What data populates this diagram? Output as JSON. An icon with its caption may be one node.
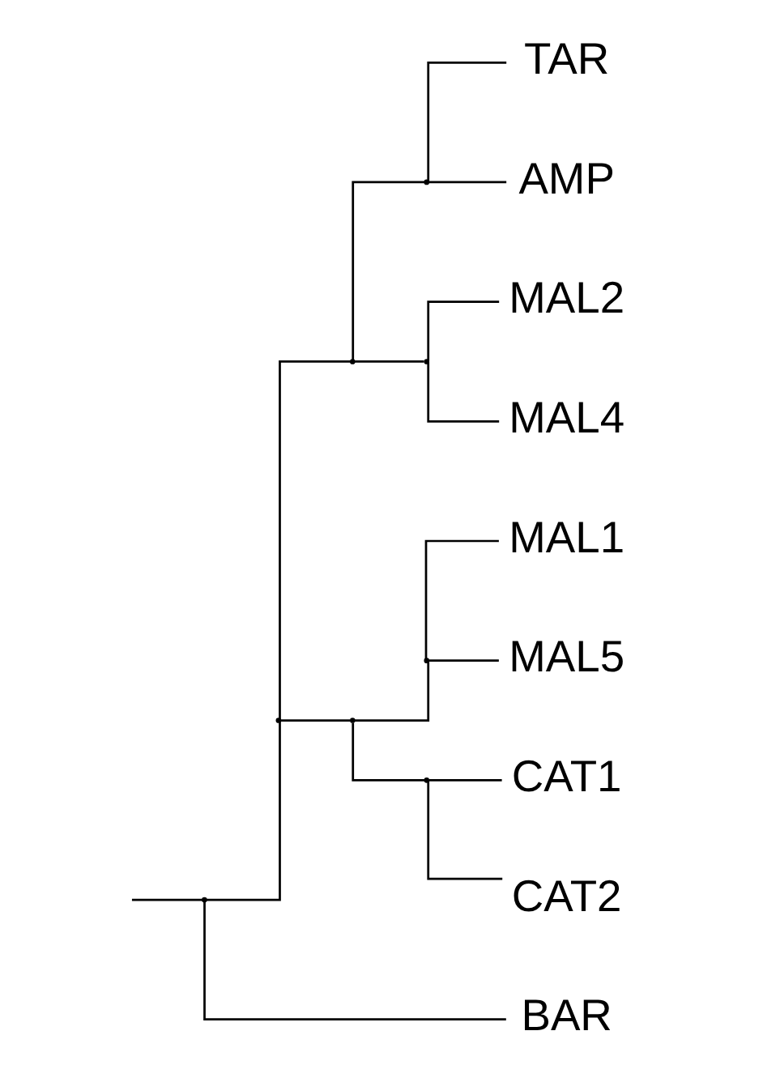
{
  "diagram": {
    "nodes": [
      {
        "text": [],
        "shape": "point"
      },
      {
        "text": [],
        "shape": "point"
      },
      {
        "text": [],
        "shape": "point"
      },
      {
        "text": [],
        "shape": "point"
      },
      {
        "text": [
          "TAR"
        ]
      },
      {
        "text": [
          "AMP"
        ]
      },
      {
        "text": [],
        "shape": "point"
      },
      {
        "text": [
          "MAL2"
        ]
      },
      {
        "text": [
          "MAL4"
        ]
      },
      {
        "text": [],
        "shape": "point"
      },
      {
        "text": [],
        "shape": "point"
      },
      {
        "text": [
          "MAL1"
        ]
      },
      {
        "text": [
          "MAL5"
        ]
      },
      {
        "text": [],
        "shape": "point"
      },
      {
        "text": [
          "CAT1"
        ]
      },
      {
        "text": [
          "CAT2"
        ]
      },
      {
        "text": [
          "BAR"
        ]
      }
    ],
    "edges": [
      {
        "from": null,
        "to": 0,
        "arrow": "none"
      },
      {
        "from": 0,
        "to": 1,
        "arrow": "none"
      },
      {
        "from": 1,
        "to": 2,
        "arrow": "none"
      },
      {
        "from": 2,
        "to": 3,
        "arrow": "none"
      },
      {
        "from": 3,
        "to": 4,
        "arrow": "none"
      },
      {
        "from": 3,
        "to": 5,
        "arrow": "none"
      },
      {
        "from": 2,
        "to": 6,
        "arrow": "none"
      },
      {
        "from": 6,
        "to": 7,
        "arrow": "none"
      },
      {
        "from": 6,
        "to": 8,
        "arrow": "none"
      },
      {
        "from": 1,
        "to": 9,
        "arrow": "none"
      },
      {
        "from": 9,
        "to": 10,
        "arrow": "none"
      },
      {
        "from": 10,
        "to": 11,
        "arrow": "none"
      },
      {
        "from": 10,
        "to": 12,
        "arrow": "none"
      },
      {
        "from": 9,
        "to": 13,
        "arrow": "none"
      },
      {
        "from": 13,
        "to": 14,
        "arrow": "none"
      },
      {
        "from": 13,
        "to": 15,
        "arrow": "none"
      },
      {
        "from": 0,
        "to": 16,
        "arrow": "none"
      }
    ]
  }
}
